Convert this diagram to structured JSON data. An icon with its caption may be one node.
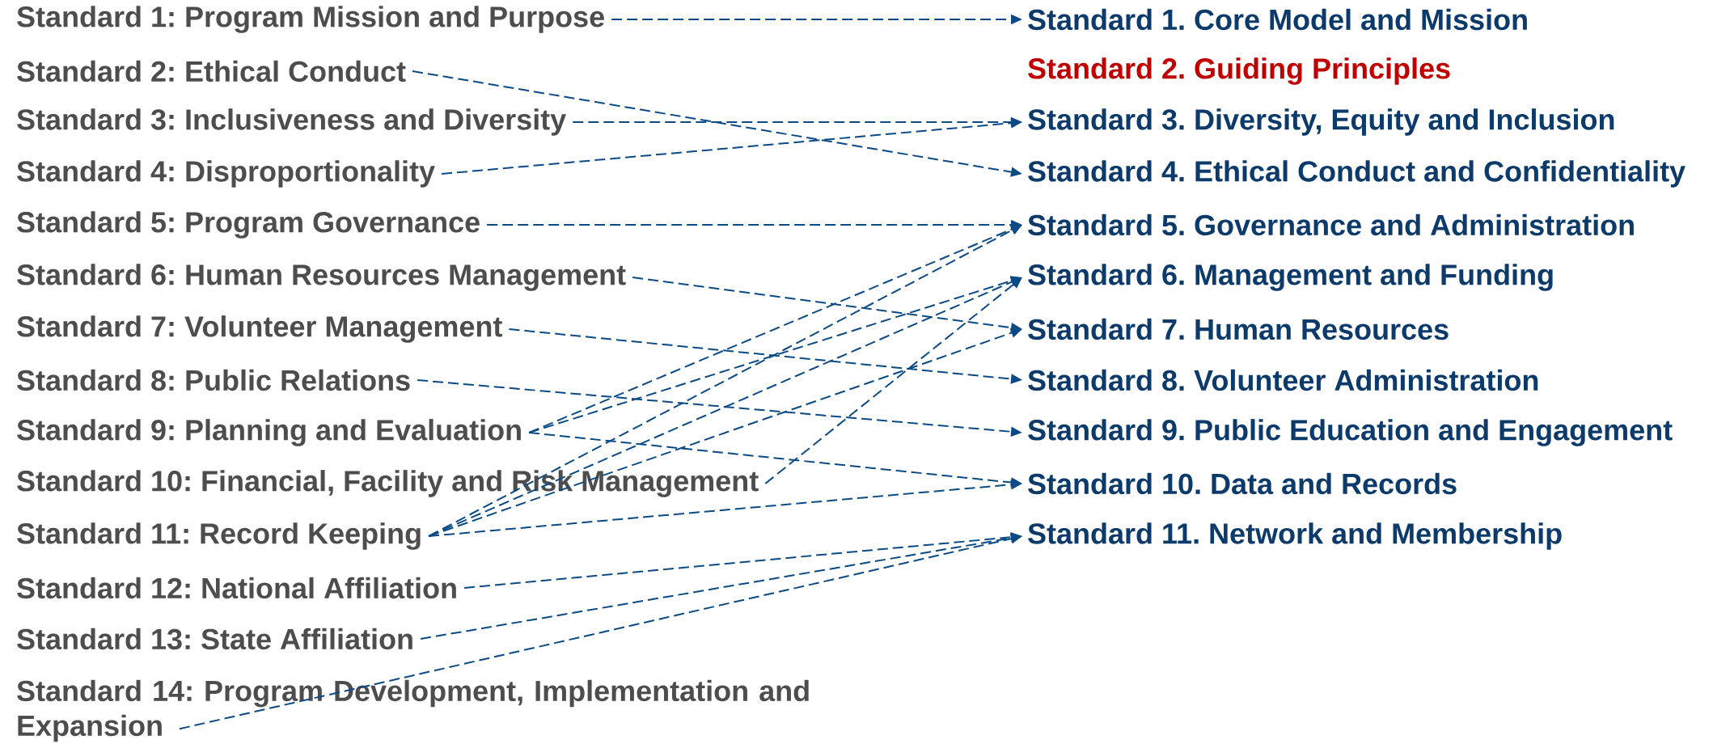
{
  "diagram": {
    "nodes": [
      {
        "text": [
          "Standard 1: Program Mission and Purpose"
        ]
      },
      {
        "text": [
          "Standard 2: Ethical Conduct"
        ]
      },
      {
        "text": [
          "Standard 3: Inclusiveness and Diversity"
        ]
      },
      {
        "text": [
          "Standard 4: Disproportionality"
        ]
      },
      {
        "text": [
          "Standard 5: Program Governance"
        ]
      },
      {
        "text": [
          "Standard 6: Human Resources Management"
        ]
      },
      {
        "text": [
          "Standard 7: Volunteer Management"
        ]
      },
      {
        "text": [
          "Standard 8: Public Relations"
        ]
      },
      {
        "text": [
          "Standard 9: Planning and Evaluation"
        ]
      },
      {
        "text": [
          "Standard 10: Financial, Facility and Risk Management"
        ]
      },
      {
        "text": [
          "Standard 11: Record Keeping"
        ]
      },
      {
        "text": [
          "Standard 12: National Affiliation"
        ]
      },
      {
        "text": [
          "Standard 13: State Affiliation"
        ]
      },
      {
        "text": [
          "Standard 14: Program Development, Implementation and Expansion"
        ]
      },
      {
        "text": [
          "Standard 1. Core Model and Mission"
        ]
      },
      {
        "text": [
          "Standard 2. Guiding Principles"
        ]
      },
      {
        "text": [
          "Standard 3. Diversity, Equity and Inclusion"
        ]
      },
      {
        "text": [
          "Standard 4. Ethical Conduct and Confidentiality"
        ]
      },
      {
        "text": [
          "Standard 5. Governance and Administration"
        ]
      },
      {
        "text": [
          "Standard 6. Management and Funding"
        ]
      },
      {
        "text": [
          "Standard 7. Human Resources"
        ]
      },
      {
        "text": [
          "Standard 8. Volunteer Administration"
        ]
      },
      {
        "text": [
          "Standard 9. Public Education and Engagement"
        ]
      },
      {
        "text": [
          "Standard 10. Data and Records"
        ]
      },
      {
        "text": [
          "Standard 11. Network and Membership"
        ]
      }
    ],
    "edges": [
      {
        "from": 0,
        "to": 14,
        "arrow": "to",
        "style": "dashed"
      },
      {
        "from": 1,
        "to": 17,
        "arrow": "to",
        "style": "dashed"
      },
      {
        "from": 2,
        "to": 16,
        "arrow": "to",
        "style": "dashed"
      },
      {
        "from": 3,
        "to": 16,
        "arrow": "to",
        "style": "dashed"
      },
      {
        "from": 4,
        "to": 18,
        "arrow": "to",
        "style": "dashed"
      },
      {
        "from": 5,
        "to": 20,
        "arrow": "to",
        "style": "dashed"
      },
      {
        "from": 6,
        "to": 21,
        "arrow": "to",
        "style": "dashed"
      },
      {
        "from": 7,
        "to": 22,
        "arrow": "to",
        "style": "dashed"
      },
      {
        "from": 8,
        "to": 18,
        "arrow": "to",
        "style": "dashed"
      },
      {
        "from": 8,
        "to": 19,
        "arrow": "to",
        "style": "dashed"
      },
      {
        "from": 8,
        "to": 23,
        "arrow": "to",
        "style": "dashed"
      },
      {
        "from": 9,
        "to": 19,
        "arrow": "to",
        "style": "dashed"
      },
      {
        "from": 10,
        "to": 18,
        "arrow": "to",
        "style": "dashed"
      },
      {
        "from": 10,
        "to": 19,
        "arrow": "to",
        "style": "dashed"
      },
      {
        "from": 10,
        "to": 20,
        "arrow": "to",
        "style": "dashed"
      },
      {
        "from": 10,
        "to": 23,
        "arrow": "to",
        "style": "dashed"
      },
      {
        "from": 11,
        "to": 24,
        "arrow": "to",
        "style": "dashed"
      },
      {
        "from": 12,
        "to": 24,
        "arrow": "to",
        "style": "dashed"
      },
      {
        "from": 13,
        "to": 24,
        "arrow": "to",
        "style": "dashed"
      }
    ]
  }
}
